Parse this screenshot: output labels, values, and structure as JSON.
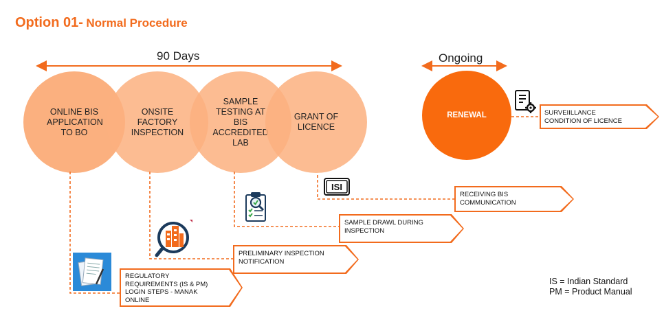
{
  "title": {
    "prefix": "Option 01-",
    "suffix": "Normal Procedure"
  },
  "timeline": {
    "label": "90 Days"
  },
  "ongoing": {
    "label": "Ongoing"
  },
  "steps": [
    "ONLINE BIS APPLICATION TO BO",
    "ONSITE FACTORY INSPECTION",
    "SAMPLE TESTING AT BIS ACCREDITED LAB",
    "GRANT OF LICENCE"
  ],
  "renewal": "RENEWAL",
  "callouts": {
    "surveillance": "SURVEIILLANCE\nCONDITION OF LICENCE",
    "receiving": "RECEIVING BIS\nCOMMUNICATION",
    "sample": "SAMPLE DRAWL DURING\nINSPECTION",
    "preliminary": "PRELIMINARY INSPECTION\nNOTIFICATION",
    "regulatory": "REGULATORY\nREQUIREMENTS (IS & PM)\nLOGIN STEPS - MANAK\nONLINE"
  },
  "legend": {
    "is": "IS = Indian Standard",
    "pm": "PM = Product Manual"
  },
  "colors": {
    "orange": "#f26b1d",
    "circle_fill": "#fbb07f",
    "renewal_fill": "#f96a0d"
  },
  "icons": [
    "document-gear-icon",
    "isi-mark-icon",
    "clipboard-magnifier-icon",
    "building-magnifier-icon",
    "documents-pen-icon"
  ]
}
